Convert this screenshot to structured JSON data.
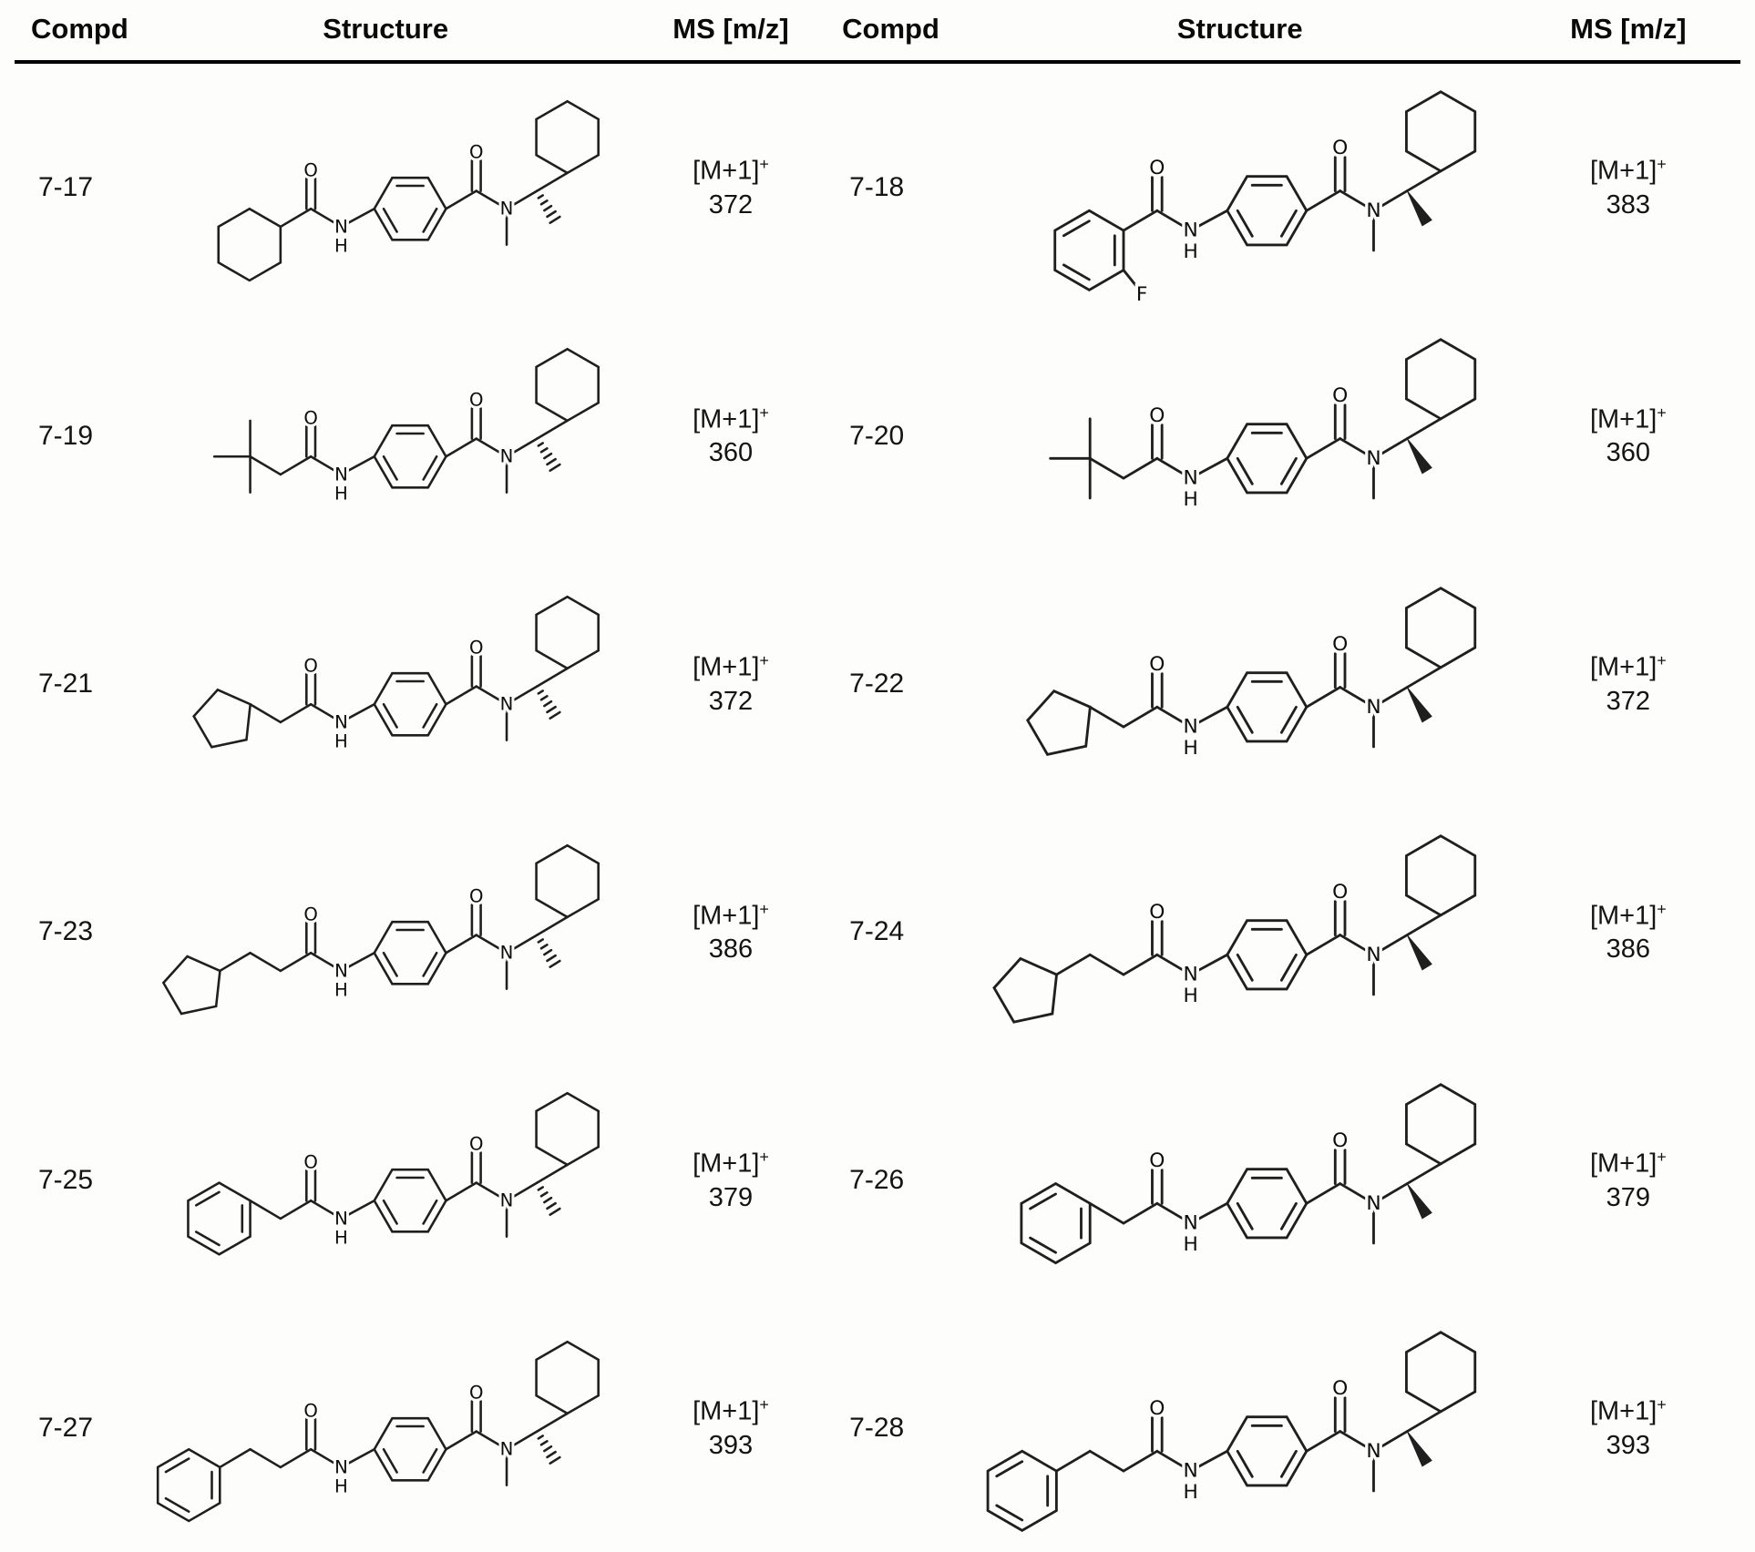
{
  "table": {
    "headers": {
      "compd_left": "Compd",
      "structure_left": "Structure",
      "ms_left": "MS [m/z]",
      "compd_right": "Compd",
      "structure_right": "Structure",
      "ms_right": "MS [m/z]"
    },
    "rows": [
      {
        "left": {
          "id": "7-17",
          "ms": {
            "label": "[M+1]",
            "sup": "+",
            "value": "372"
          },
          "structure": {
            "acyl": "cyclohexyl",
            "stereo": "hashed"
          }
        },
        "right": {
          "id": "7-18",
          "ms": {
            "label": "[M+1]",
            "sup": "+",
            "value": "383"
          },
          "structure": {
            "acyl": "2-fluorophenyl",
            "stereo": "bold"
          }
        }
      },
      {
        "left": {
          "id": "7-19",
          "ms": {
            "label": "[M+1]",
            "sup": "+",
            "value": "360"
          },
          "structure": {
            "acyl": "neopentyl",
            "stereo": "hashed"
          }
        },
        "right": {
          "id": "7-20",
          "ms": {
            "label": "[M+1]",
            "sup": "+",
            "value": "360"
          },
          "structure": {
            "acyl": "neopentyl",
            "stereo": "bold"
          }
        }
      },
      {
        "left": {
          "id": "7-21",
          "ms": {
            "label": "[M+1]",
            "sup": "+",
            "value": "372"
          },
          "structure": {
            "acyl": "cyclopentylmethyl",
            "stereo": "hashed"
          }
        },
        "right": {
          "id": "7-22",
          "ms": {
            "label": "[M+1]",
            "sup": "+",
            "value": "372"
          },
          "structure": {
            "acyl": "cyclopentylmethyl",
            "stereo": "bold"
          }
        }
      },
      {
        "left": {
          "id": "7-23",
          "ms": {
            "label": "[M+1]",
            "sup": "+",
            "value": "386"
          },
          "structure": {
            "acyl": "2-cyclopentylethyl",
            "stereo": "hashed"
          }
        },
        "right": {
          "id": "7-24",
          "ms": {
            "label": "[M+1]",
            "sup": "+",
            "value": "386"
          },
          "structure": {
            "acyl": "2-cyclopentylethyl",
            "stereo": "bold"
          }
        }
      },
      {
        "left": {
          "id": "7-25",
          "ms": {
            "label": "[M+1]",
            "sup": "+",
            "value": "379"
          },
          "structure": {
            "acyl": "benzyl",
            "stereo": "hashed"
          }
        },
        "right": {
          "id": "7-26",
          "ms": {
            "label": "[M+1]",
            "sup": "+",
            "value": "379"
          },
          "structure": {
            "acyl": "benzyl",
            "stereo": "bold"
          }
        }
      },
      {
        "left": {
          "id": "7-27",
          "ms": {
            "label": "[M+1]",
            "sup": "+",
            "value": "393"
          },
          "structure": {
            "acyl": "2-phenylethyl",
            "stereo": "hashed"
          }
        },
        "right": {
          "id": "7-28",
          "ms": {
            "label": "[M+1]",
            "sup": "+",
            "value": "393"
          },
          "structure": {
            "acyl": "2-phenylethyl",
            "stereo": "bold"
          }
        }
      }
    ]
  }
}
